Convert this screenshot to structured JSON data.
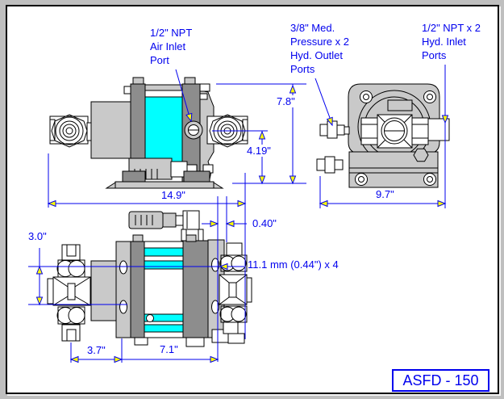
{
  "frame": {
    "model": "ASFD - 150"
  },
  "callouts": {
    "air_inlet": [
      "1/2\" NPT",
      "Air Inlet",
      "Port"
    ],
    "hyd_outlet": [
      "3/8\" Med.",
      "Pressure x 2",
      "Hyd. Outlet",
      "Ports"
    ],
    "hyd_inlet": [
      "1/2\" NPT x 2",
      "Hyd. Inlet",
      "Ports"
    ]
  },
  "dimensions": {
    "overall_length": "14.9\"",
    "overall_height": "7.8\"",
    "inlet_center_height": "4.19\"",
    "front_width": "9.7\"",
    "edge_offset": "0.40\"",
    "mounting_holes": "11.1 mm (0.44\") x 4",
    "valve_width": "3.0\"",
    "valve_to_body": "3.7\"",
    "body_length": "7.1\""
  },
  "colors": {
    "annotation_blue": "#0000ee",
    "arrow_yellow": "#ffff00",
    "highlight_cyan": "#00ffff",
    "body_light_gray": "#c9c9c9",
    "body_dark_gray": "#8d8d8d"
  }
}
